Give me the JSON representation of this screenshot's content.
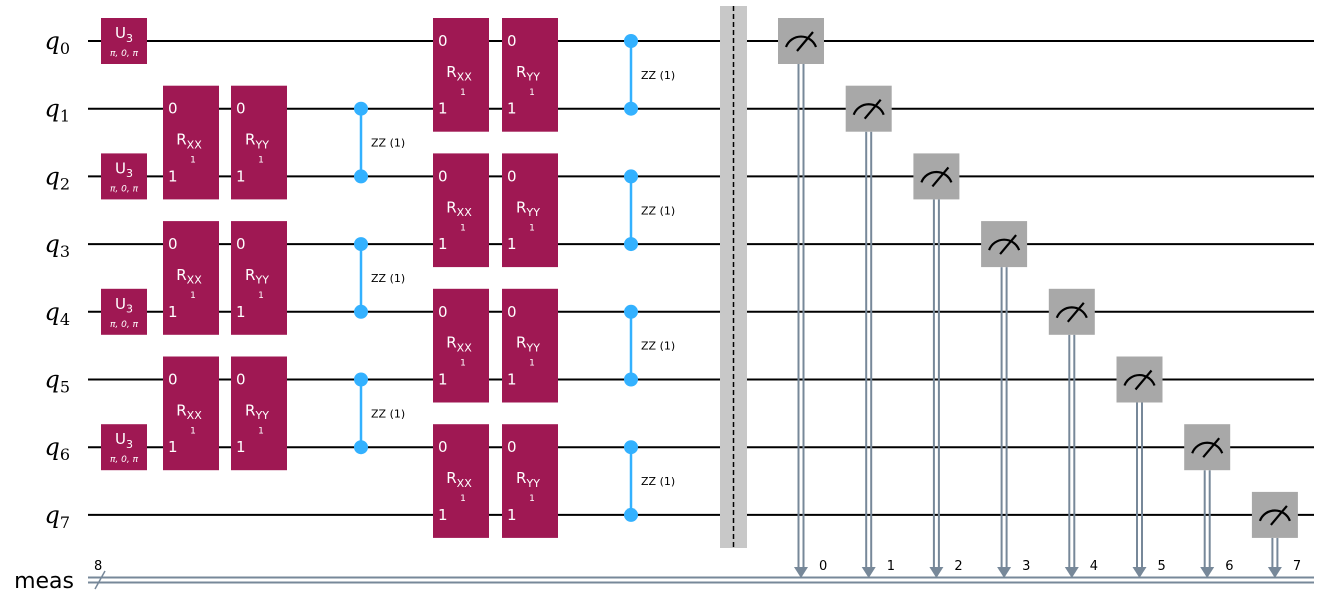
{
  "register_labels": {
    "qubits": [
      {
        "base": "q",
        "sub": "0"
      },
      {
        "base": "q",
        "sub": "1"
      },
      {
        "base": "q",
        "sub": "2"
      },
      {
        "base": "q",
        "sub": "3"
      },
      {
        "base": "q",
        "sub": "4"
      },
      {
        "base": "q",
        "sub": "5"
      },
      {
        "base": "q",
        "sub": "6"
      },
      {
        "base": "q",
        "sub": "7"
      }
    ],
    "classical": "meas",
    "classical_width": "8"
  },
  "gates": {
    "u3": {
      "base": "U",
      "sub": "3",
      "params": "π, 0, π"
    },
    "rxx": {
      "base": "R",
      "sub": "XX",
      "param": "1",
      "port_top": "0",
      "port_bottom": "1"
    },
    "ryy": {
      "base": "R",
      "sub": "YY",
      "param": "1",
      "port_top": "0",
      "port_bottom": "1"
    },
    "zz_label": "ZZ (1)"
  },
  "layers": {
    "u3_qubits": [
      0,
      2,
      4,
      6
    ],
    "first_pairs": [
      [
        1,
        2
      ],
      [
        3,
        4
      ],
      [
        5,
        6
      ]
    ],
    "second_pairs": [
      [
        0,
        1
      ],
      [
        2,
        3
      ],
      [
        4,
        5
      ],
      [
        6,
        7
      ]
    ]
  },
  "measure_bits": [
    "0",
    "1",
    "2",
    "3",
    "4",
    "5",
    "6",
    "7"
  ],
  "colors": {
    "gate": "#9f1853",
    "zz": "#33b1ff",
    "measure_box": "#a8a8a8",
    "classical_wire": "#778899",
    "barrier": "#c8c8c8",
    "wire": "#000000"
  }
}
